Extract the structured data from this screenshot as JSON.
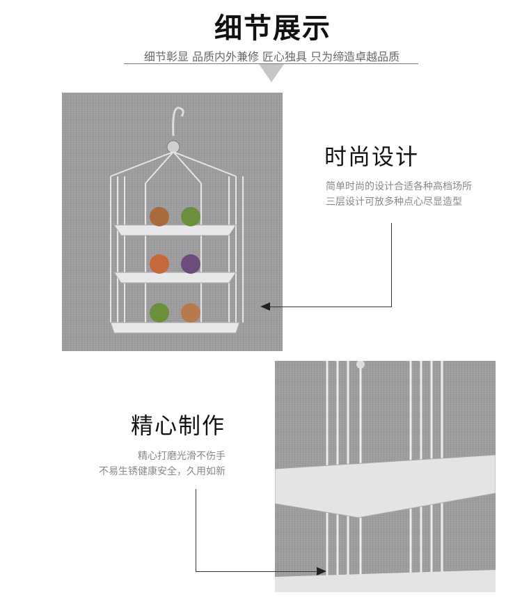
{
  "header": {
    "title": "细节展示",
    "subtitle": "细节彰显  品质内外兼修  匠心独具 只为缔造卓越品质"
  },
  "sections": [
    {
      "heading": "时尚设计",
      "lines": [
        "简单时尚的设计合适各种高档场所",
        "三层设计可放多种点心尽显造型"
      ]
    },
    {
      "heading": "精心制作",
      "lines": [
        "精心打磨光滑不伤手",
        "不易生锈健康安全，久用如新"
      ]
    }
  ]
}
